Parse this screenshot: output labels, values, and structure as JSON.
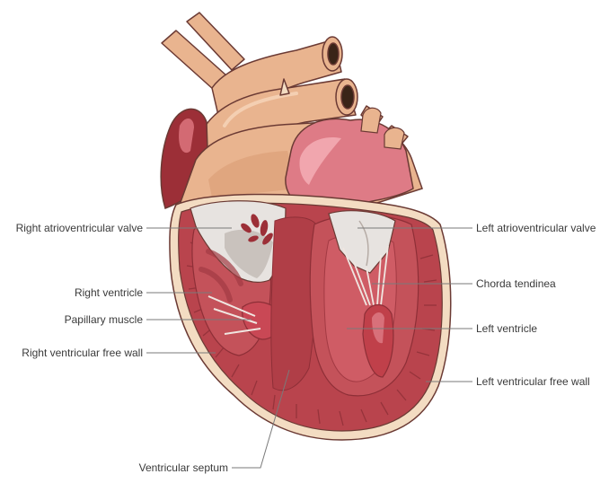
{
  "diagram": {
    "subject": "heart-cross-section",
    "labels": {
      "right_av_valve": "Right atrioventricular valve",
      "right_ventricle": "Right ventricle",
      "papillary_muscle": "Papillary muscle",
      "right_ventricular_free_wall": "Right ventricular free wall",
      "ventricular_septum": "Ventricular septum",
      "left_av_valve": "Left atrioventricular valve",
      "chorda_tendinea": "Chorda tendinea",
      "left_ventricle": "Left ventricle",
      "left_ventricular_free_wall": "Left ventricular free wall"
    },
    "colors": {
      "vessel": "#e9b48f",
      "vessel_shade": "#d89a72",
      "atrium_pink": "#de7b86",
      "atrium_pink_light": "#f1a6ae",
      "myocardium": "#b9444d",
      "myocardium_dark": "#8e2f37",
      "cavity": "#c4525a",
      "valve_white": "#e7e3e0",
      "outline": "#6b3a34",
      "right_atrium": "#9c2f37",
      "pericardium": "#f3dcc2",
      "leader_line": "#7a7a7a",
      "label_text": "#3a3a3a"
    }
  }
}
